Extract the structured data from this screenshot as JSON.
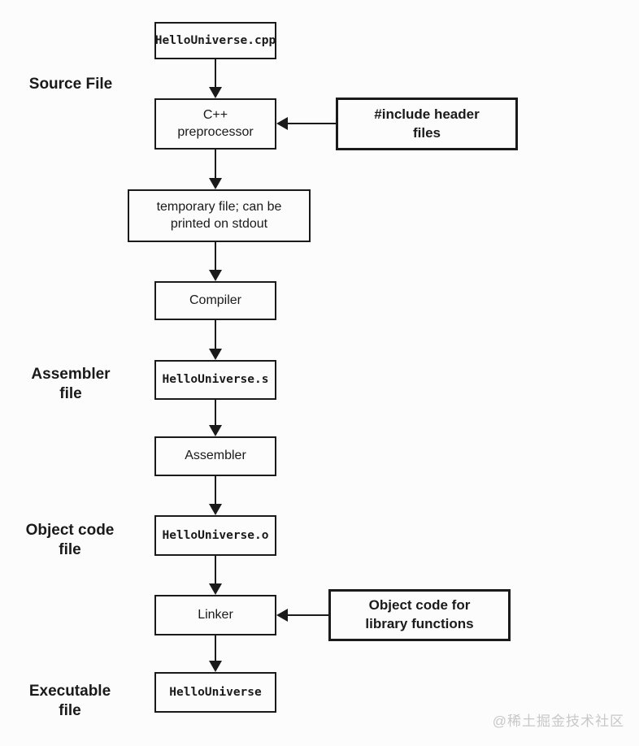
{
  "flowchart": {
    "nodes": {
      "source_code": {
        "label": "HelloUniverse.cpp"
      },
      "preprocessor": {
        "label": "C++\npreprocessor"
      },
      "include_headers": {
        "label": "#include header\nfiles"
      },
      "temp_file": {
        "label": "temporary file; can be\nprinted on stdout"
      },
      "compiler": {
        "label": "Compiler"
      },
      "assembly_file": {
        "label": "HelloUniverse.s"
      },
      "assembler": {
        "label": "Assembler"
      },
      "object_file": {
        "label": "HelloUniverse.o"
      },
      "linker": {
        "label": "Linker"
      },
      "library_objects": {
        "label": "Object code for\nlibrary functions"
      },
      "executable": {
        "label": "HelloUniverse"
      }
    },
    "stage_labels": {
      "source": "Source File",
      "assembler_file": "Assembler\nfile",
      "object_code_file": "Object code\nfile",
      "executable_file": "Executable\nfile"
    },
    "watermark": "@稀土掘金技术社区",
    "colors": {
      "line": "#1a1a1a",
      "text": "#1a1a1a",
      "background": "#fcfcfc",
      "watermark": "#c8c8c8"
    }
  }
}
